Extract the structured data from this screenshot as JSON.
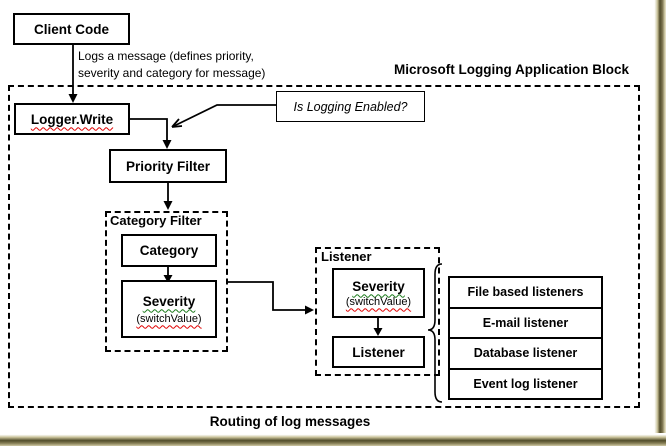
{
  "diagram": {
    "title": "Microsoft Logging Application Block",
    "caption": "Routing of log messages",
    "note": {
      "line1": "Logs a message (defines priority,",
      "line2": "severity and category for message)"
    },
    "nodes": {
      "client_code": "Client Code",
      "logger_write": "Logger.Write",
      "is_logging_enabled": "Is Logging Enabled?",
      "priority_filter": "Priority Filter",
      "category": "Category",
      "severity": "Severity",
      "switch_value": "(switchValue)",
      "listener": "Listener"
    },
    "groups": {
      "category_filter": "Category Filter",
      "listener": "Listener"
    },
    "listeners": [
      "File based listeners",
      "E-mail listener",
      "Database listener",
      "Event log listener"
    ],
    "colors": {
      "line": "#000000",
      "spellcheck_red": "#e00000",
      "spellcheck_green": "#1a7a1a",
      "shadow_dark": "#514c2a",
      "shadow_light": "#cfc9a5"
    }
  }
}
